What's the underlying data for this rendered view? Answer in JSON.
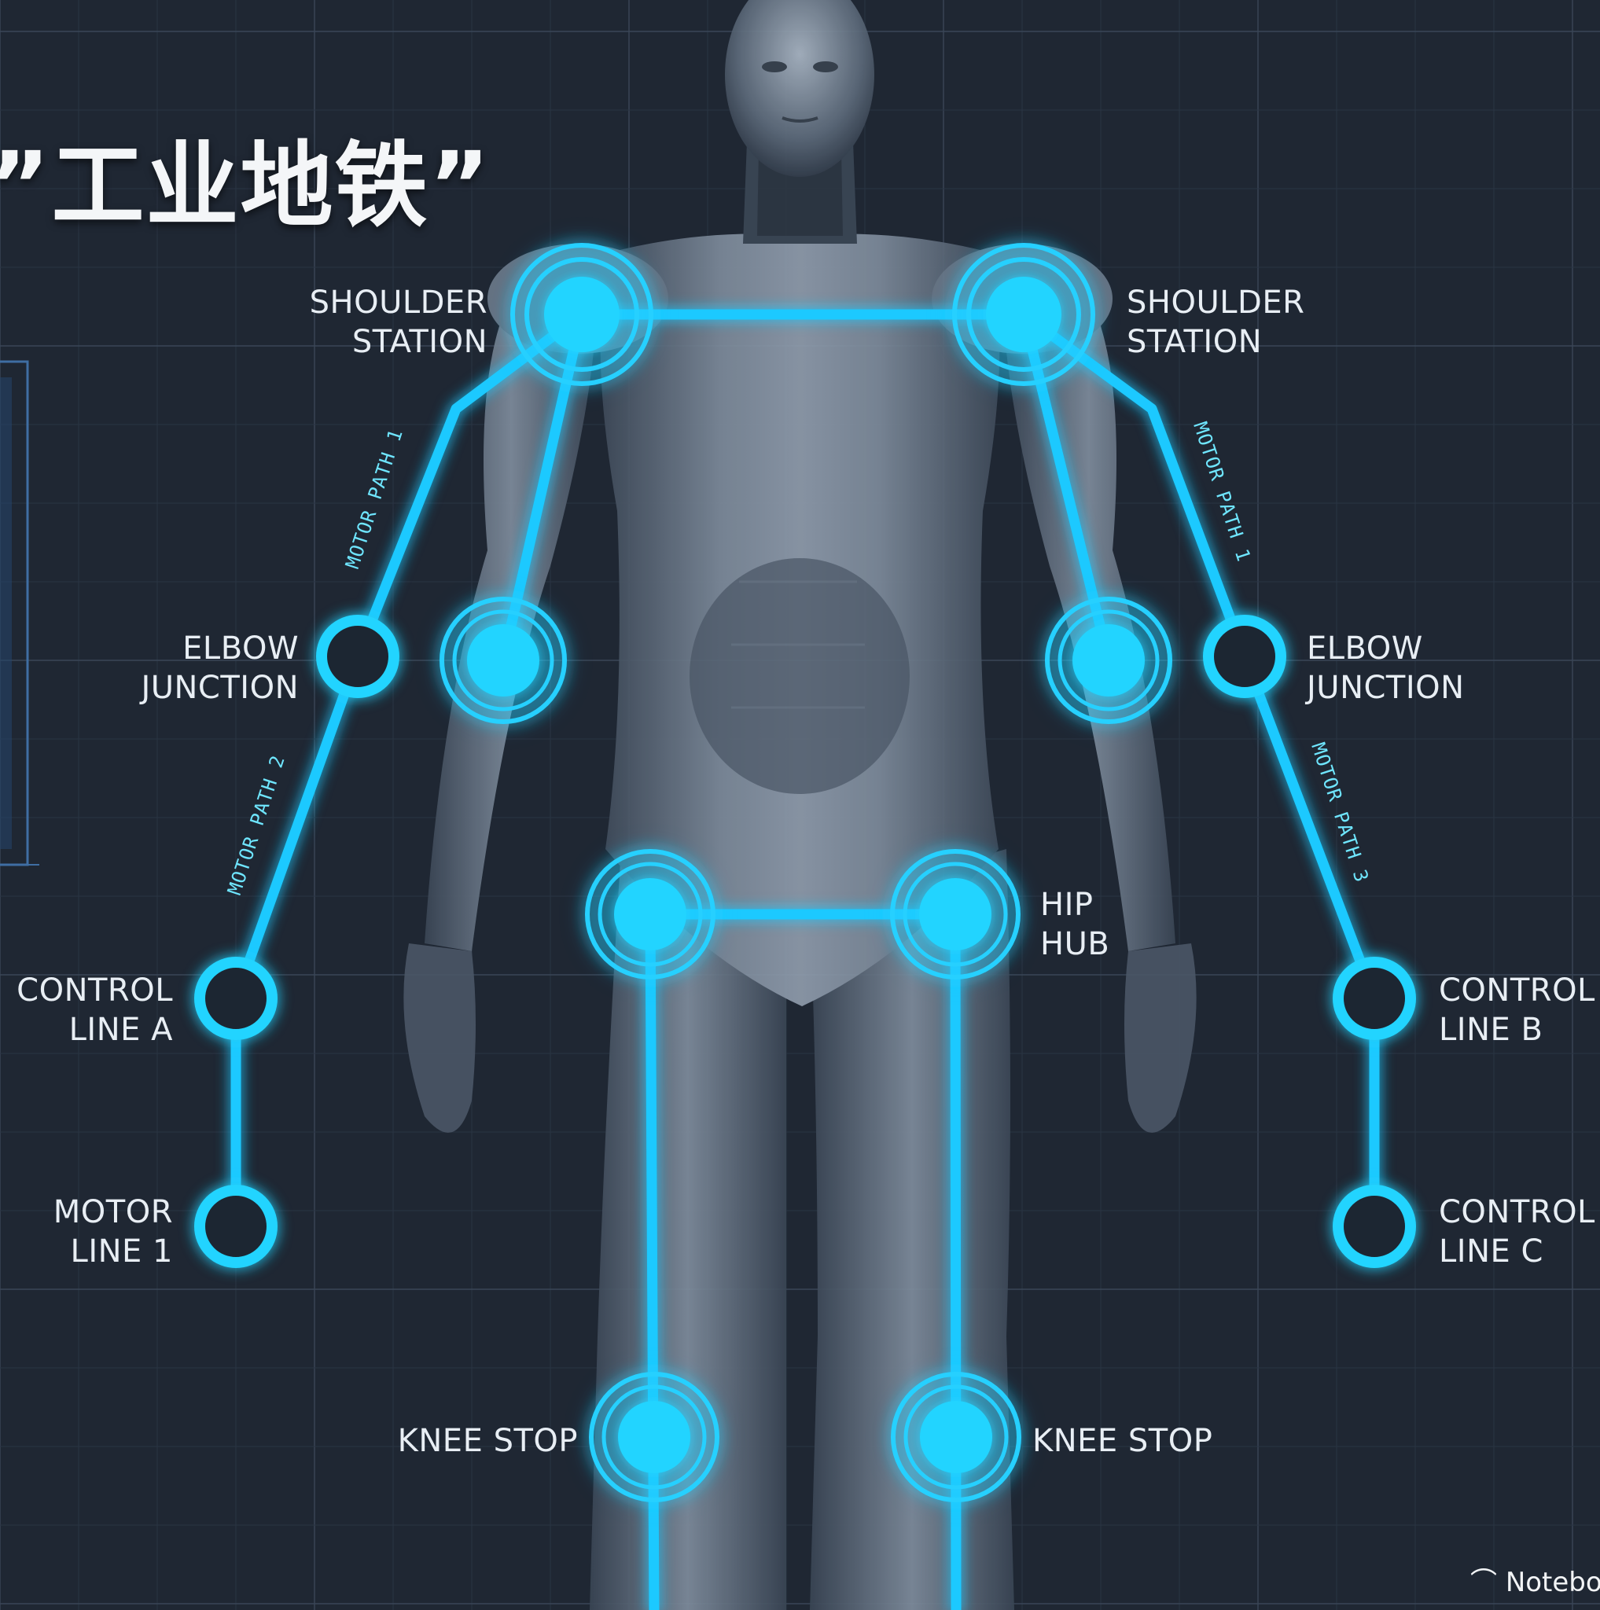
{
  "title": "”工业地铁”",
  "colors": {
    "background": "#1f2733",
    "line": "#1fc9ff",
    "glow": "#4fe2ff",
    "text": "#e8eef4"
  },
  "stations": {
    "shoulder_left": [
      "SHOULDER",
      "STATION"
    ],
    "shoulder_right": [
      "SHOULDER",
      "STATION"
    ],
    "elbow_left": [
      "ELBOW",
      "JUNCTION"
    ],
    "elbow_right": [
      "ELBOW",
      "JUNCTION"
    ],
    "hip": [
      "HIP",
      "HUB"
    ],
    "control_a": [
      "CONTROL",
      "LINE A"
    ],
    "control_b": [
      "CONTROL",
      "LINE B"
    ],
    "control_c": [
      "CONTROL",
      "LINE C"
    ],
    "motor_line": [
      "MOTOR",
      "LINE 1"
    ],
    "knee_left": "KNEE STOP",
    "knee_right": "KNEE STOP"
  },
  "paths": {
    "left_upper": "MOTOR PATH 1",
    "left_lower": "MOTOR PATH 2",
    "right_upper": "MOTOR PATH 1",
    "right_lower": "MOTOR PATH 3"
  },
  "logo_text": "Notebo"
}
